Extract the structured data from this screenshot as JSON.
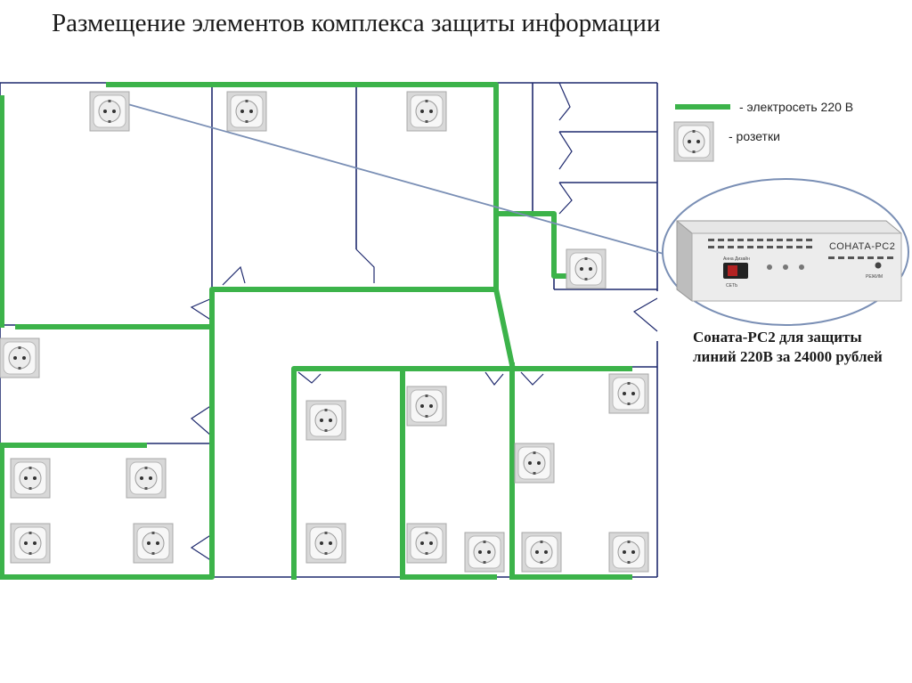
{
  "title": "Размещение элементов комплекса защиты информации",
  "legend": {
    "power_line": "- электросеть 220 В",
    "outlets": "- розетки"
  },
  "device": {
    "panel_name": "СОНАТА-РС2",
    "brand": "Анна Дизайн",
    "power_label": "СЕТЬ",
    "mode_label": "РЕЖИМ",
    "caption_line1": "Соната-РС2 для защиты",
    "caption_line2": "линий 220В за 24000 рублей"
  },
  "colors": {
    "power_line": "#3cb34a",
    "walls": "#1f2a6e",
    "connector": "#7a8fb5"
  },
  "icons": {
    "outlet": "wall-socket-icon",
    "device": "sonata-rs2-device"
  }
}
